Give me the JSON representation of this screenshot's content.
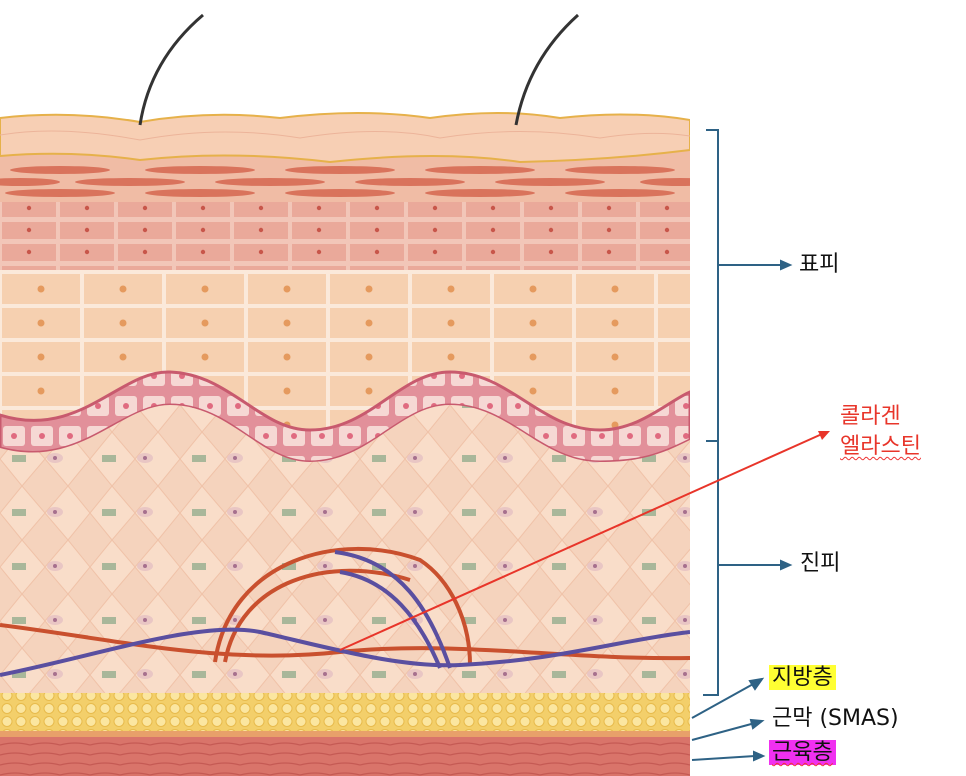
{
  "labels": {
    "epidermis": "표피",
    "dermis": "진피",
    "collagen": "콜라겐",
    "elastin": "엘라스틴",
    "fat_layer": "지방층",
    "fascia": "근막 (SMAS)",
    "muscle_layer": "근육층"
  },
  "colors": {
    "bracket": "#2e6285",
    "pointer_red": "#e8352a",
    "highlight_yellow": "#ffff33",
    "highlight_magenta": "#f030f0",
    "collagen_fiber": "#c9502e",
    "elastin_fiber": "#5a4fa0"
  }
}
